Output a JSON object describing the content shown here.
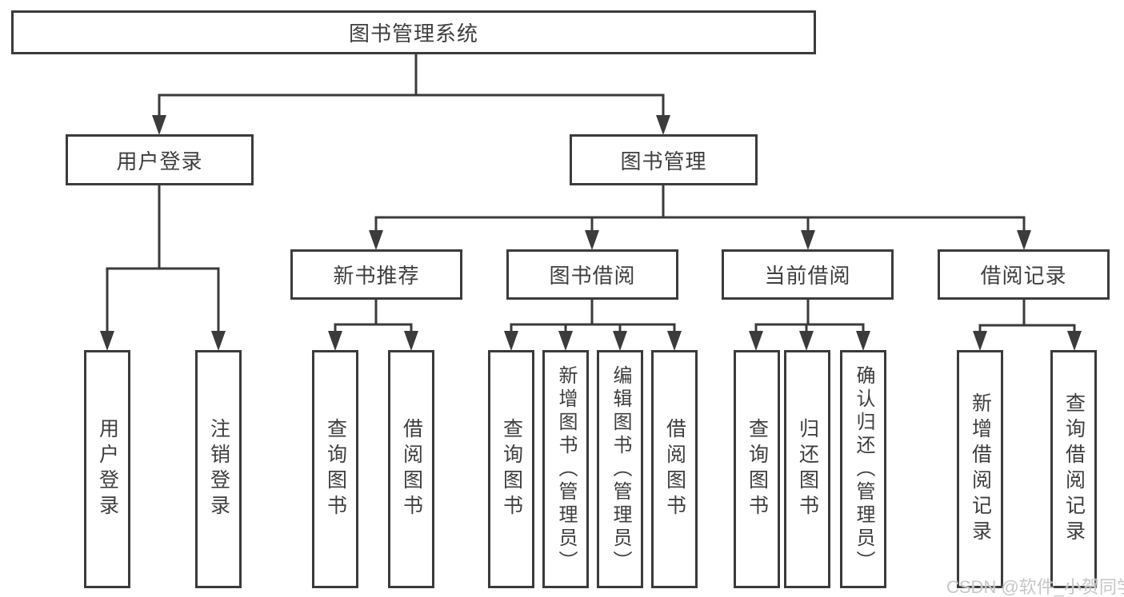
{
  "tree": {
    "label": "图书管理系统",
    "children": [
      {
        "label": "用户登录",
        "children": [
          {
            "label": "用户登录"
          },
          {
            "label": "注销登录"
          }
        ]
      },
      {
        "label": "图书管理",
        "children": [
          {
            "label": "新书推荐",
            "children": [
              {
                "label": "查询图书"
              },
              {
                "label": "借阅图书"
              }
            ]
          },
          {
            "label": "图书借阅",
            "children": [
              {
                "label": "查询图书"
              },
              {
                "label": "新增图书（管理员）"
              },
              {
                "label": "编辑图书（管理员）"
              },
              {
                "label": "借阅图书"
              }
            ]
          },
          {
            "label": "当前借阅",
            "children": [
              {
                "label": "查询图书"
              },
              {
                "label": "归还图书"
              },
              {
                "label": "确认归还（管理员）"
              }
            ]
          },
          {
            "label": "借阅记录",
            "children": [
              {
                "label": "新增借阅记录"
              },
              {
                "label": "查询借阅记录"
              }
            ]
          }
        ]
      }
    ]
  },
  "watermark": {
    "text": "CSDN @软件_小贺同学"
  },
  "colors": {
    "line": "#3b3b3b",
    "box_border": "#3b3b3b",
    "text": "#3e3e3e",
    "watermark": "#c6c6c6",
    "background": "#ffffff"
  }
}
